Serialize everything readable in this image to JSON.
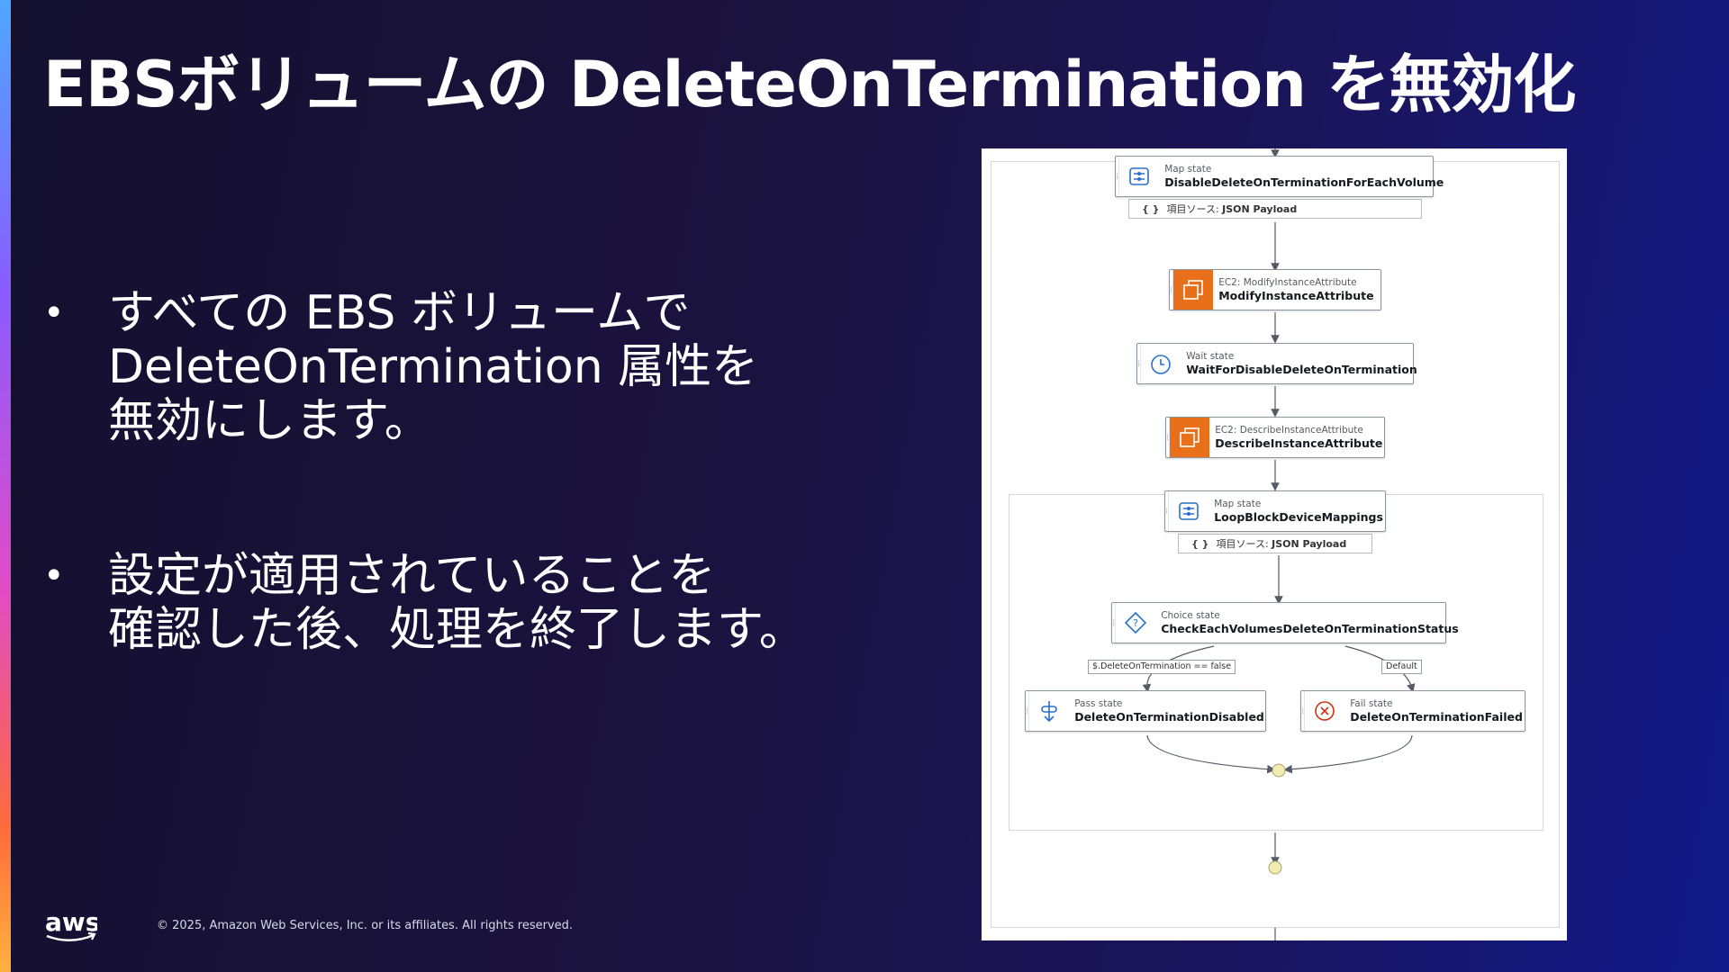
{
  "slide": {
    "title": "EBSボリュームの DeleteOnTermination を無効化",
    "bullets": [
      {
        "lines": [
          "すべての EBS ボリュームで",
          "DeleteOnTermination 属性を",
          "無効にします。"
        ]
      },
      {
        "lines": [
          "設定が適用されていることを",
          "確認した後、処理を終了します。"
        ]
      }
    ],
    "bullet_symbol": "•",
    "logo_text": "aws",
    "copyright": "© 2025, Amazon Web Services, Inc. or its affiliates. All rights reserved."
  },
  "colors": {
    "background": "#1b1340",
    "title": "#ffffff",
    "task_icon": "#e8701a",
    "state_icon": "#2a6fc9",
    "fail_icon": "#d13212",
    "end_circle": "#f2ecb0"
  },
  "workflow": {
    "nodes": [
      {
        "kind": "Map state",
        "name": "DisableDeleteOnTerminationForEachVolume",
        "icon": "map-icon"
      },
      {
        "kind": "EC2: ModifyInstanceAttribute",
        "name": "ModifyInstanceAttribute",
        "icon": "ec2-icon"
      },
      {
        "kind": "Wait state",
        "name": "WaitForDisableDeleteOnTermination",
        "icon": "wait-icon"
      },
      {
        "kind": "EC2: DescribeInstanceAttribute",
        "name": "DescribeInstanceAttribute",
        "icon": "ec2-icon"
      },
      {
        "kind": "Map state",
        "name": "LoopBlockDeviceMappings",
        "icon": "map-icon"
      },
      {
        "kind": "Choice state",
        "name": "CheckEachVolumesDeleteOnTerminationStatus",
        "icon": "choice-icon"
      },
      {
        "kind": "Pass state",
        "name": "DeleteOnTerminationDisabled",
        "icon": "pass-icon"
      },
      {
        "kind": "Fail state",
        "name": "DeleteOnTerminationFailed",
        "icon": "fail-icon"
      }
    ],
    "payloads": [
      {
        "prefix": "項目ソース:",
        "value": "JSON Payload"
      },
      {
        "prefix": "項目ソース:",
        "value": "JSON Payload"
      }
    ],
    "braces": "{ }",
    "edge_labels": [
      "$.DeleteOnTermination == false",
      "Default"
    ]
  }
}
